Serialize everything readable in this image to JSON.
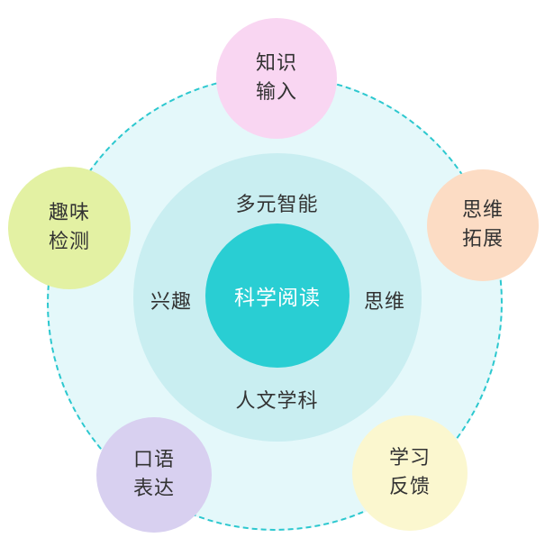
{
  "diagram": {
    "background": "#ffffff",
    "outer_circle": {
      "fill": "#e4f8fa",
      "border_color": "#2cc8cf",
      "border_style": "dashed"
    },
    "inner_circle": {
      "fill": "#c9eef1",
      "label_color": "#333333",
      "labels": {
        "top": "多元智能",
        "left": "兴趣",
        "right": "思维",
        "bottom": "人文学科"
      }
    },
    "core_circle": {
      "label": "科学阅读",
      "fill": "#29ced3",
      "label_color": "#ffffff"
    },
    "satellites": [
      {
        "id": "knowledge-input",
        "label": "知识\n输入",
        "fill": "#f9d6f2",
        "position": "top"
      },
      {
        "id": "fun-check",
        "label": "趣味\n检测",
        "fill": "#e3f1a3",
        "position": "upper-left"
      },
      {
        "id": "thinking-expand",
        "label": "思维\n拓展",
        "fill": "#fcdcc4",
        "position": "upper-right"
      },
      {
        "id": "oral-expression",
        "label": "口语\n表达",
        "fill": "#d8d0f0",
        "position": "lower-left"
      },
      {
        "id": "learning-feedback",
        "label": "学习\n反馈",
        "fill": "#fbf7cf",
        "position": "lower-right"
      }
    ]
  }
}
